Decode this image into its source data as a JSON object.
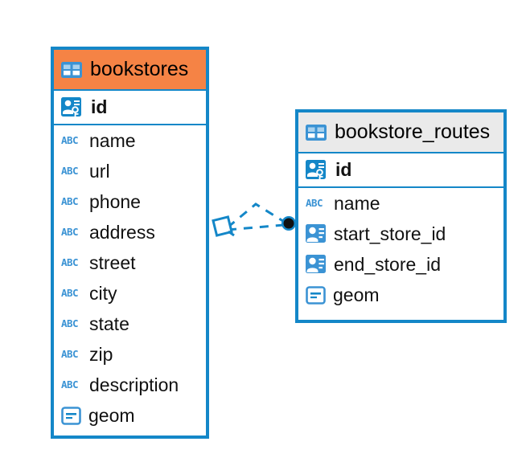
{
  "diagram": {
    "type": "entity-relationship-diagram",
    "background_color": "#ffffff",
    "accent_color": "#1487c8",
    "highlight_color": "#f58345",
    "neutral_header_color": "#eaeaea"
  },
  "entities": [
    {
      "name": "bookstores",
      "header_icon": "table-icon",
      "header_style": "orange",
      "fields": [
        {
          "label": "id",
          "icon": "primary-key-icon",
          "bold": true
        },
        {
          "label": "name",
          "icon": "abc-text-icon",
          "bold": false
        },
        {
          "label": "url",
          "icon": "abc-text-icon",
          "bold": false
        },
        {
          "label": "phone",
          "icon": "abc-text-icon",
          "bold": false
        },
        {
          "label": "address",
          "icon": "abc-text-icon",
          "bold": false
        },
        {
          "label": "street",
          "icon": "abc-text-icon",
          "bold": false
        },
        {
          "label": "city",
          "icon": "abc-text-icon",
          "bold": false
        },
        {
          "label": "state",
          "icon": "abc-text-icon",
          "bold": false
        },
        {
          "label": "zip",
          "icon": "abc-text-icon",
          "bold": false
        },
        {
          "label": "description",
          "icon": "abc-text-icon",
          "bold": false
        },
        {
          "label": "geom",
          "icon": "geometry-icon",
          "bold": false
        }
      ]
    },
    {
      "name": "bookstore_routes",
      "header_icon": "table-icon",
      "header_style": "gray",
      "fields": [
        {
          "label": "id",
          "icon": "primary-key-icon",
          "bold": true
        },
        {
          "label": "name",
          "icon": "abc-text-icon",
          "bold": false
        },
        {
          "label": "start_store_id",
          "icon": "foreign-key-icon",
          "bold": false
        },
        {
          "label": "end_store_id",
          "icon": "foreign-key-icon",
          "bold": false
        },
        {
          "label": "geom",
          "icon": "geometry-icon",
          "bold": false
        }
      ]
    }
  ],
  "relationship": {
    "style": "dashed",
    "color": "#1487c8",
    "source_marker": "diamond-marker",
    "target_marker": "filled-circle-marker",
    "label": ""
  },
  "icon_glyphs": {
    "abc": "ABC"
  }
}
